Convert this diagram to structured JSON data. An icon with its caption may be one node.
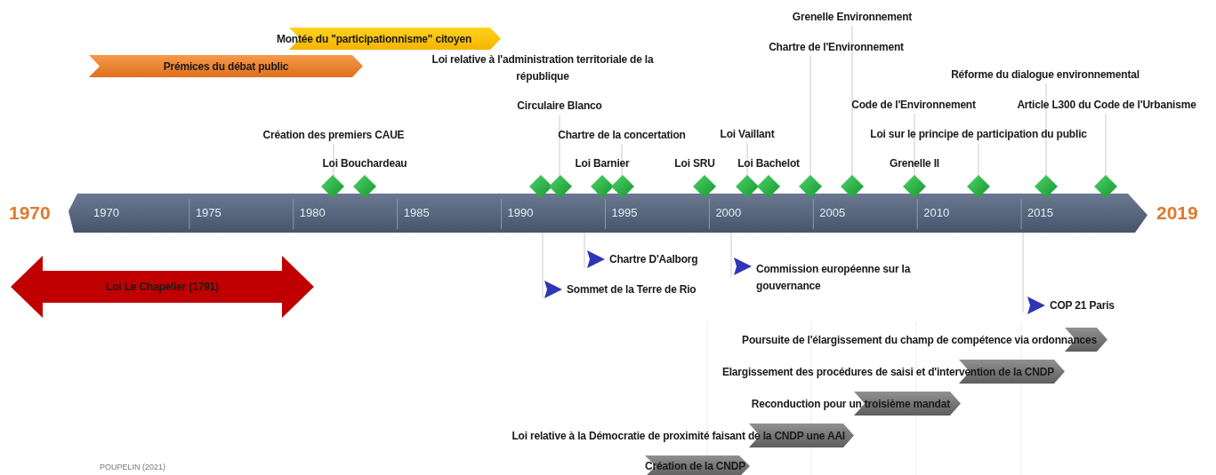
{
  "diagram": {
    "nodes": [
      {
        "text": [
          "Montée du \"participationnisme\" citoyen"
        ]
      },
      {
        "text": [
          "Prémices du débat public"
        ]
      },
      {
        "text": [
          "1970",
          "1975",
          "1980",
          "1985",
          "1990",
          "1995",
          "2000",
          "2005",
          "2010",
          "2015"
        ]
      },
      {
        "text": [
          "Loi Le Chapelier (1791)"
        ]
      },
      {
        "text": [
          "Poursuite de l'élargissement du champ de compétence via ordonnances"
        ]
      },
      {
        "text": [
          "Elargissement des procédures de saisi et d'intervention de la CNDP"
        ]
      },
      {
        "text": [
          "Reconduction pour un troisième mandat"
        ]
      },
      {
        "text": [
          "Loi relative à la Démocratie de proximité faisant de la CNDP une AAI"
        ]
      },
      {
        "text": [
          "Création de la CNDP"
        ]
      }
    ],
    "labels": [
      "Grenelle Environnement",
      "Chartre de l'Environnement",
      "Loi relative à l'administration territoriale de la république",
      "Réforme du dialogue environnemental",
      "Circulaire Blanco",
      "Code de l'Environnement",
      "Article L300 du Code de l'Urbanisme",
      "Création des premiers CAUE",
      "Chartre de la concertation",
      "Loi Vaillant",
      "Loi sur le principe de participation du public",
      "Loi Bouchardeau",
      "Loi Barnier",
      "Loi SRU",
      "Loi Bachelot",
      "Grenelle II",
      "1970",
      "2019",
      "Chartre D'Aalborg",
      "Sommet de la Terre de Rio",
      "Commission européenne sur la gouvernance",
      "COP 21 Paris",
      "POUPELIN (2021)"
    ]
  }
}
